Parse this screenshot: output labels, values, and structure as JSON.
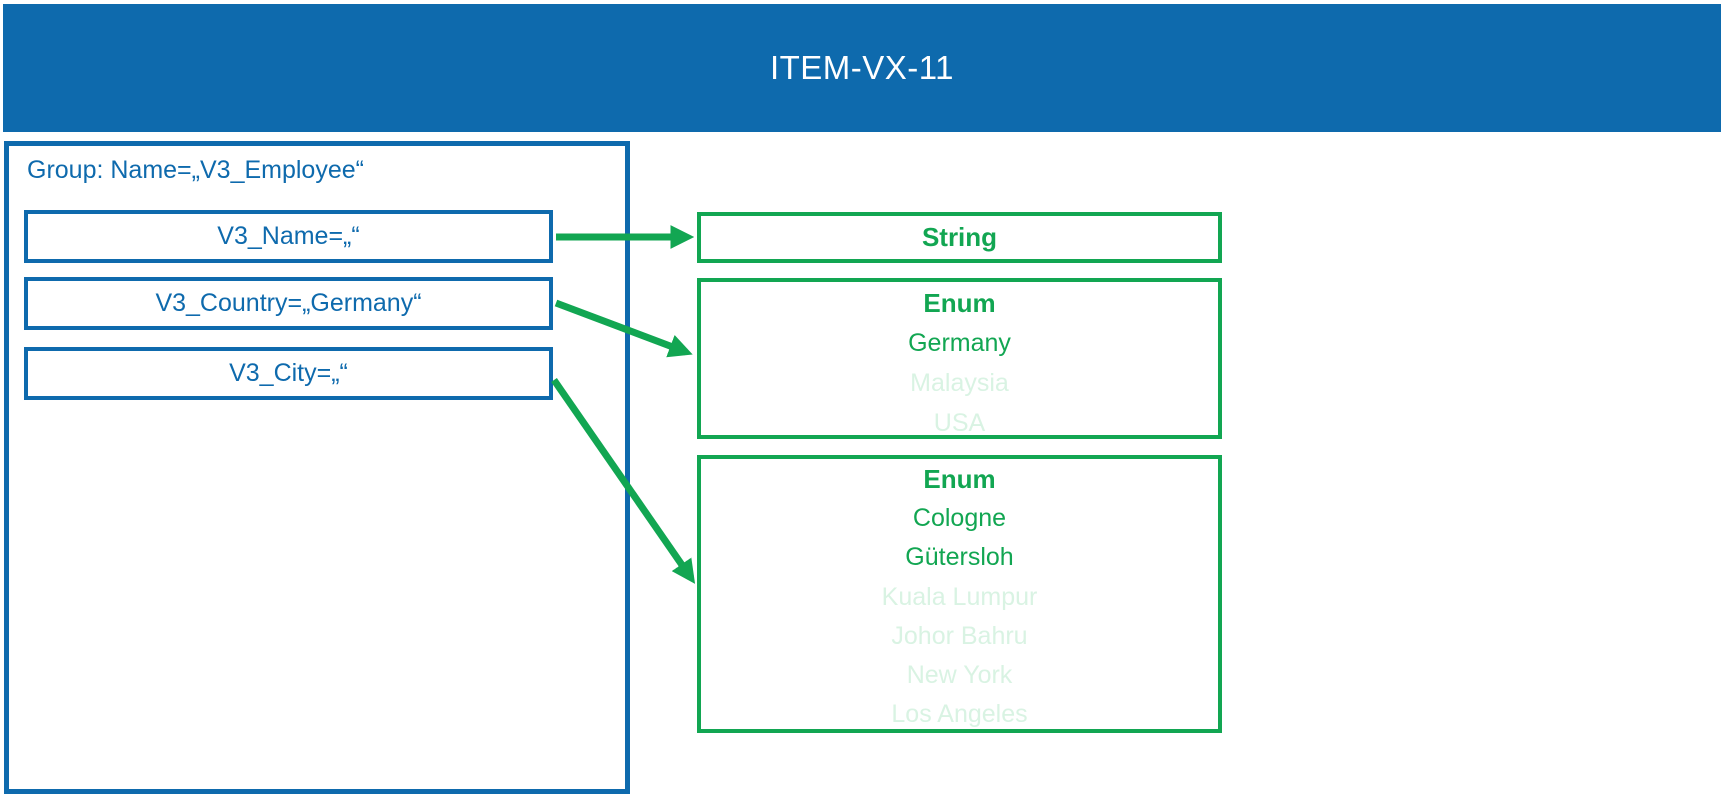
{
  "header": {
    "title": "ITEM-VX-11"
  },
  "group": {
    "label": "Group: Name=„V3_Employee“",
    "fields": [
      {
        "name": "V3_Name",
        "label": "V3_Name=„“"
      },
      {
        "name": "V3_Country",
        "label": "V3_Country=„Germany“"
      },
      {
        "name": "V3_City",
        "label": "V3_City=„“"
      }
    ]
  },
  "types": [
    {
      "title": "String",
      "items": []
    },
    {
      "title": "Enum",
      "items": [
        {
          "label": "Germany",
          "highlighted": true
        },
        {
          "label": "Malaysia",
          "highlighted": false
        },
        {
          "label": "USA",
          "highlighted": false
        }
      ]
    },
    {
      "title": "Enum",
      "items": [
        {
          "label": "Cologne",
          "highlighted": true
        },
        {
          "label": "Gütersloh",
          "highlighted": true
        },
        {
          "label": "Kuala Lumpur",
          "highlighted": false
        },
        {
          "label": "Johor Bahru",
          "highlighted": false
        },
        {
          "label": "New York",
          "highlighted": false
        },
        {
          "label": "Los Angeles",
          "highlighted": false
        }
      ]
    }
  ],
  "connections": [
    {
      "from": "V3_Name",
      "to": "String"
    },
    {
      "from": "V3_Country",
      "to": "Enum (Country)"
    },
    {
      "from": "V3_City",
      "to": "Enum (City)"
    }
  ],
  "colors": {
    "header_bg": "#0E6AAD",
    "blue": "#0E6AAD",
    "green": "#12A652",
    "faded_green": "#D9F3E3",
    "title_text": "#FFFFFF"
  }
}
